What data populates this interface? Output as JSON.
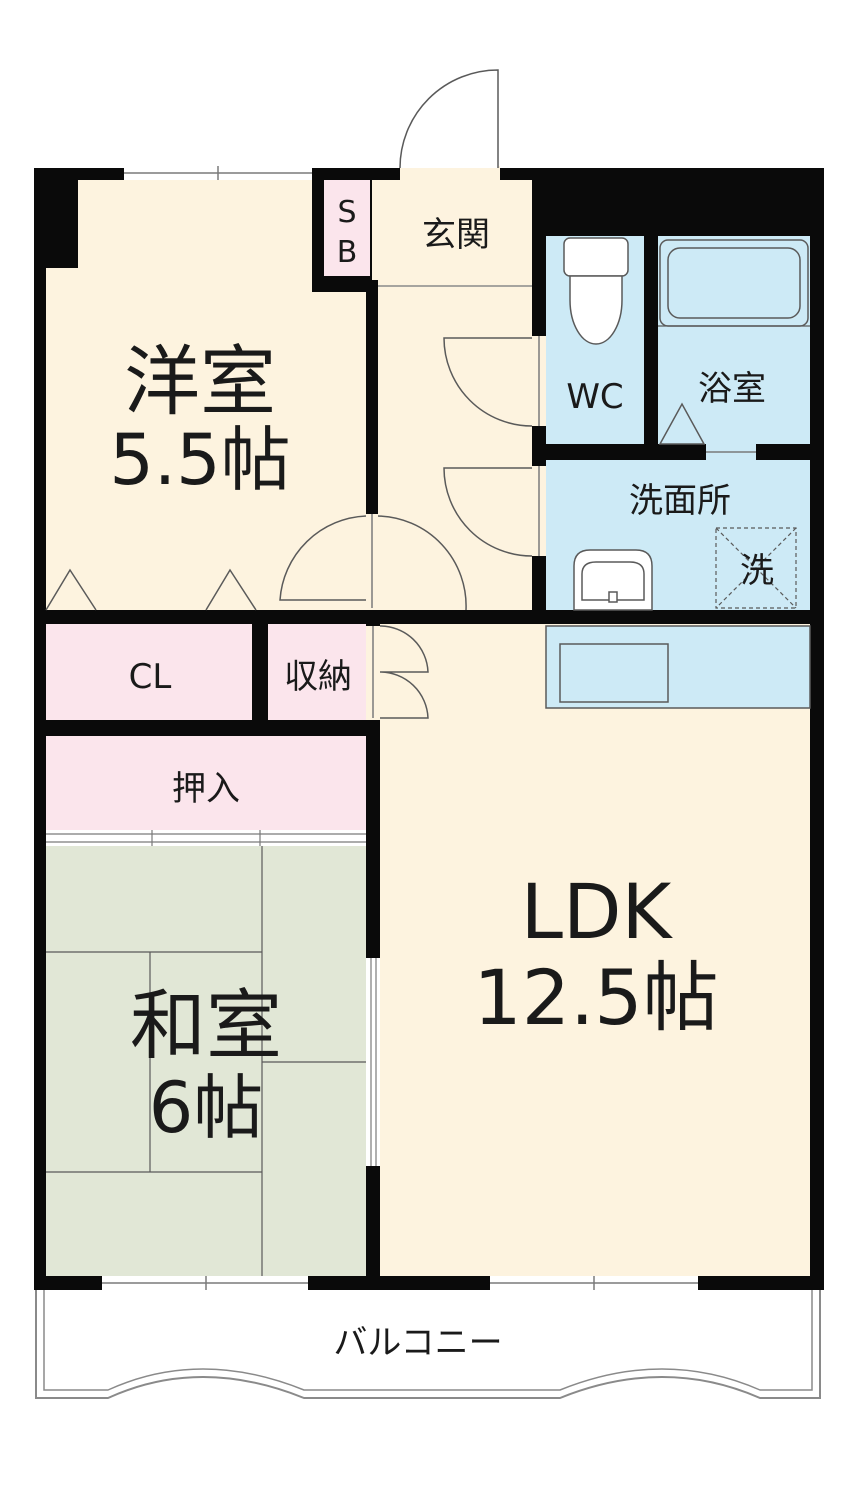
{
  "colors": {
    "wall": "#0a0a0a",
    "wood_room": "#fdf3df",
    "storage": "#fbe5ec",
    "wet_area": "#cdeaf6",
    "tatami": "#e1e7d6",
    "balcony": "#ffffff",
    "line": "#5a5a5a"
  },
  "rooms": {
    "western": {
      "name": "洋室",
      "size": "5.5帖"
    },
    "shoebox": {
      "line1": "S",
      "line2": "B"
    },
    "entrance": {
      "name": "玄関"
    },
    "wc": {
      "name": "WC"
    },
    "bath": {
      "name": "浴室"
    },
    "washroom": {
      "name": "洗面所"
    },
    "washer": {
      "name": "洗"
    },
    "closet": {
      "name": "CL"
    },
    "storage": {
      "name": "収納"
    },
    "oshiire": {
      "name": "押入"
    },
    "ldk": {
      "name": "LDK",
      "size": "12.5帖"
    },
    "japanese": {
      "name": "和室",
      "size": "6帖"
    },
    "balcony": {
      "name": "バルコニー"
    }
  }
}
